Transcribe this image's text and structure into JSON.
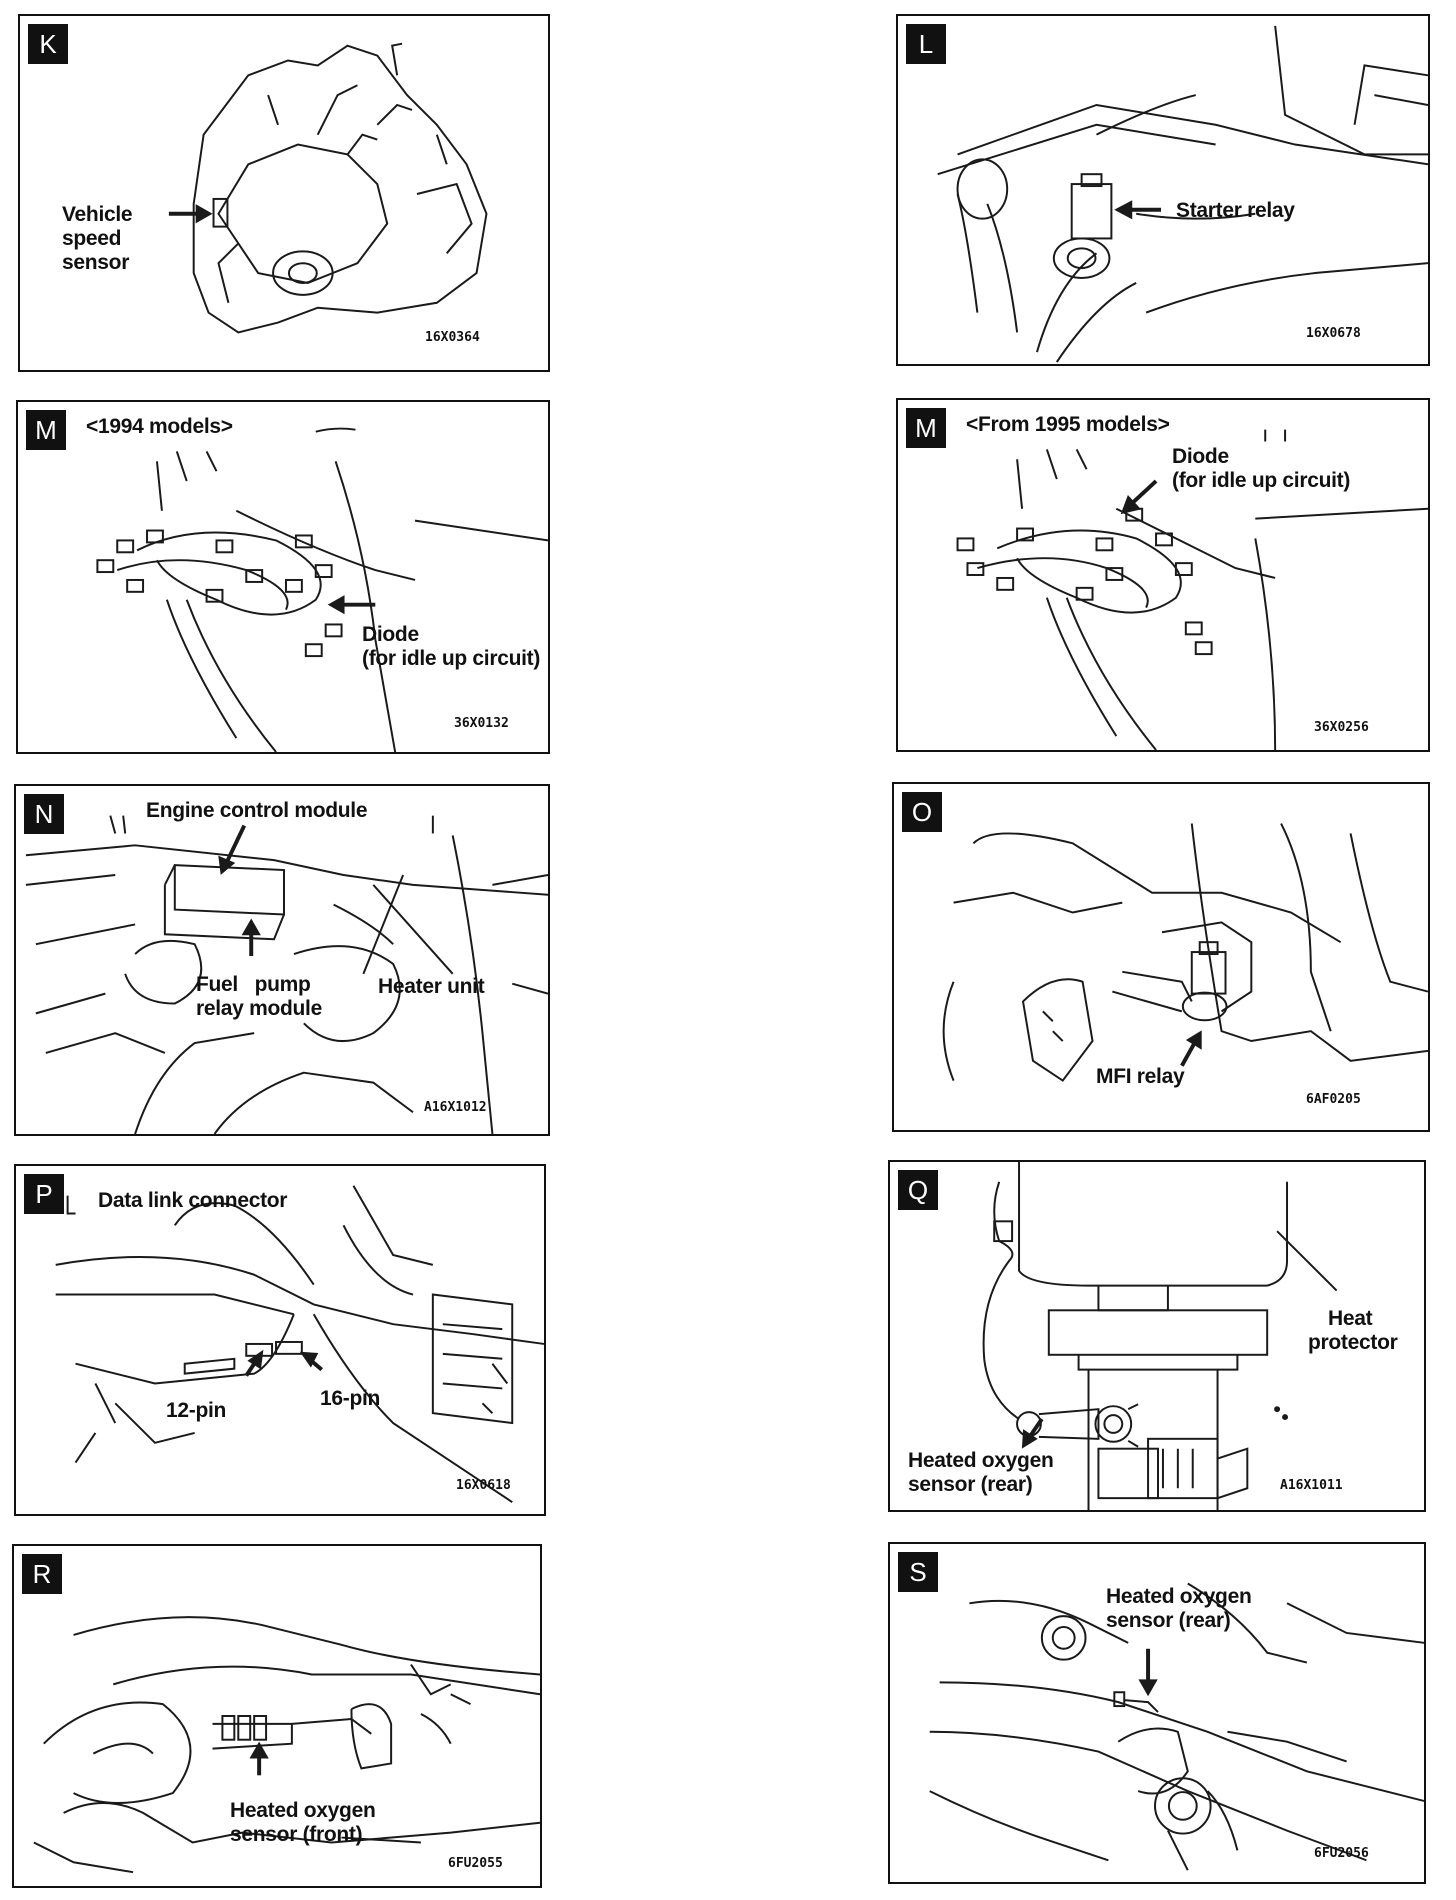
{
  "panels": {
    "k": {
      "letter": "K",
      "labels": [
        "Vehicle",
        "speed",
        "sensor"
      ],
      "code": "16X0364"
    },
    "l": {
      "letter": "L",
      "label": "Starter relay",
      "code": "16X0678"
    },
    "m1": {
      "letter": "M",
      "title": "<1994 models>",
      "labels": [
        "Diode",
        "(for idle up circuit)"
      ],
      "code": "36X0132"
    },
    "m2": {
      "letter": "M",
      "title": "<From 1995 models>",
      "labels": [
        "Diode",
        "(for idle up circuit)"
      ],
      "code": "36X0256"
    },
    "n": {
      "letter": "N",
      "label_ecm": "Engine control module",
      "labels_fuel": [
        "Fuel   pump",
        "relay module"
      ],
      "label_heater": "Heater unit",
      "code": "A16X1012"
    },
    "o": {
      "letter": "O",
      "label": "MFI relay",
      "code": "6AF0205"
    },
    "p": {
      "letter": "P",
      "label_dlc": "Data link connector",
      "label_12": "12-pin",
      "label_16": "16-pin",
      "code": "16X0618"
    },
    "q": {
      "letter": "Q",
      "labels_heat": [
        "Heat",
        "protector"
      ],
      "labels_sensor": [
        "Heated oxygen",
        "sensor (rear)"
      ],
      "code": "A16X1011"
    },
    "r": {
      "letter": "R",
      "labels": [
        "Heated oxygen",
        "sensor (front)"
      ],
      "code": "6FU2055"
    },
    "s": {
      "letter": "S",
      "labels": [
        "Heated oxygen",
        "sensor (rear)"
      ],
      "code": "6FU2056"
    }
  }
}
